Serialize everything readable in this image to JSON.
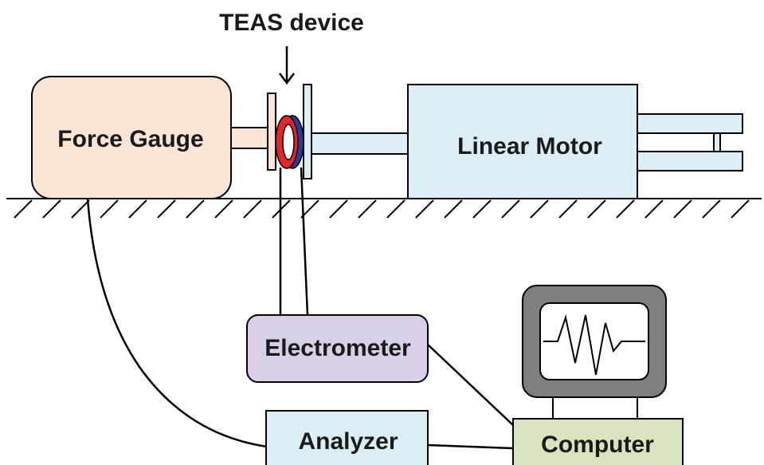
{
  "title": "TEAS device",
  "components": {
    "force_gauge": "Force Gauge",
    "linear_motor": "Linear Motor",
    "electrometer": "Electrometer",
    "analyzer": "Analyzer",
    "computer": "Computer"
  },
  "colors": {
    "force_gauge_fill": "#fbe5d6",
    "motor_fill": "#dbeef4",
    "electrometer_fill": "#d9d0e8",
    "analyzer_fill": "#dbeef4",
    "computer_fill": "#d7e4bd",
    "ring_red": "#e3262b",
    "ring_blue": "#2a3d9f",
    "monitor_frame": "#7f7f7f"
  }
}
